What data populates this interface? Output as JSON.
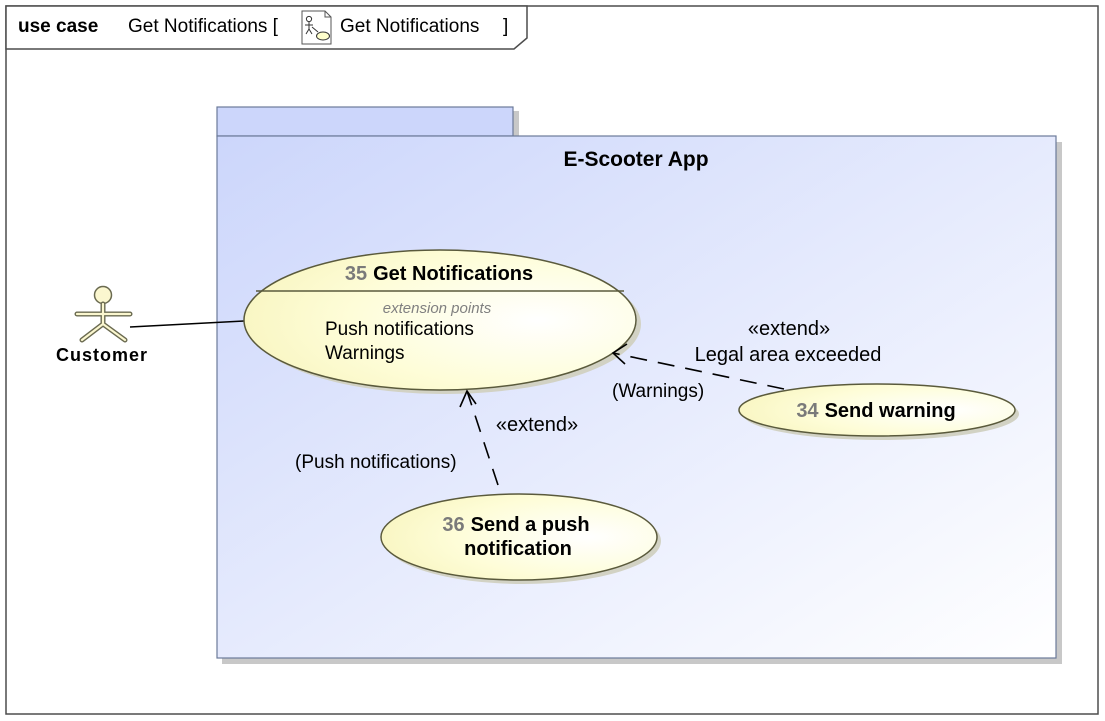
{
  "frame": {
    "keyword": "use case",
    "name": "Get Notifications [",
    "icon": "use-case-diagram-icon",
    "diagram_name": "Get Notifications",
    "close_bracket": "]"
  },
  "system": {
    "title": "E-Scooter App"
  },
  "actor": {
    "name": "Customer"
  },
  "use_cases": [
    {
      "number": "35",
      "name": "Get Notifications",
      "compartment_title": "extension points",
      "extension_points": [
        "Push notifications",
        "Warnings"
      ]
    },
    {
      "number": "34",
      "name": "Send warning"
    },
    {
      "number": "36",
      "name_line1": "Send a push",
      "name_line2": "notification"
    }
  ],
  "relations": [
    {
      "type": "extend",
      "stereotype": "«extend»",
      "condition": "Legal area exceeded",
      "extension_point_label": "(Warnings)"
    },
    {
      "type": "extend",
      "stereotype": "«extend»",
      "extension_point_label": "(Push notifications)"
    }
  ],
  "colors": {
    "system_fill_start": "#ccd6fb",
    "system_fill_end": "#ffffff",
    "system_border": "#6b7a99",
    "use_case_fill": "#ffffcc",
    "use_case_border": "#5a5a3c",
    "actor_fill": "#fbf7cf"
  }
}
